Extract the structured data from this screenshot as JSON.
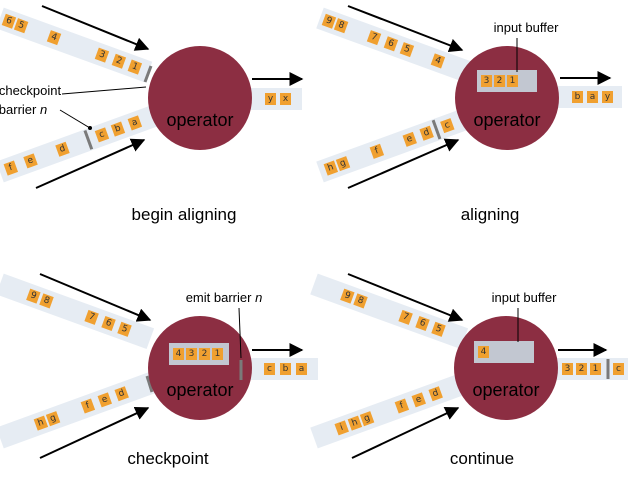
{
  "operator_label": "operator",
  "panels": {
    "begin": {
      "caption": "begin aligning",
      "label_line1": "checkpoint",
      "label_line2": "barrier",
      "label_n": "n",
      "top_records": [
        "6",
        "5",
        "4",
        "3",
        "2",
        "1"
      ],
      "bottom_records": [
        "f",
        "e",
        "d",
        "c",
        "b",
        "a"
      ],
      "out_records": [
        "y",
        "x"
      ]
    },
    "aligning": {
      "caption": "aligning",
      "buffer_label": "input buffer",
      "top_records": [
        "9",
        "8",
        "7",
        "6",
        "5",
        "4"
      ],
      "buffer_records": [
        "3",
        "2",
        "1"
      ],
      "bottom_records": [
        "h",
        "g",
        "f",
        "e",
        "d",
        "c"
      ],
      "out_records": [
        "b",
        "a",
        "y"
      ]
    },
    "checkpoint": {
      "caption": "checkpoint",
      "label": "emit barrier",
      "label_n": "n",
      "top_records": [
        "9",
        "8",
        "7",
        "6",
        "5"
      ],
      "buffer_records": [
        "4",
        "3",
        "2",
        "1"
      ],
      "bottom_records": [
        "h",
        "g",
        "f",
        "e",
        "d"
      ],
      "out_records": [
        "c",
        "b",
        "a"
      ]
    },
    "continue": {
      "caption": "continue",
      "buffer_label": "input buffer",
      "top_records": [
        "9",
        "8",
        "7",
        "6",
        "5"
      ],
      "buffer_records": [
        "4"
      ],
      "bottom_records": [
        "i",
        "h",
        "g",
        "f",
        "e",
        "d"
      ],
      "out_records": [
        "3",
        "2",
        "1",
        "c"
      ]
    }
  },
  "colors": {
    "operator": "#8c2e42",
    "record": "#f0a030",
    "stream": "#e6ecf3",
    "buffer": "#c2c7d1",
    "barrier": "#7a7a7a"
  }
}
